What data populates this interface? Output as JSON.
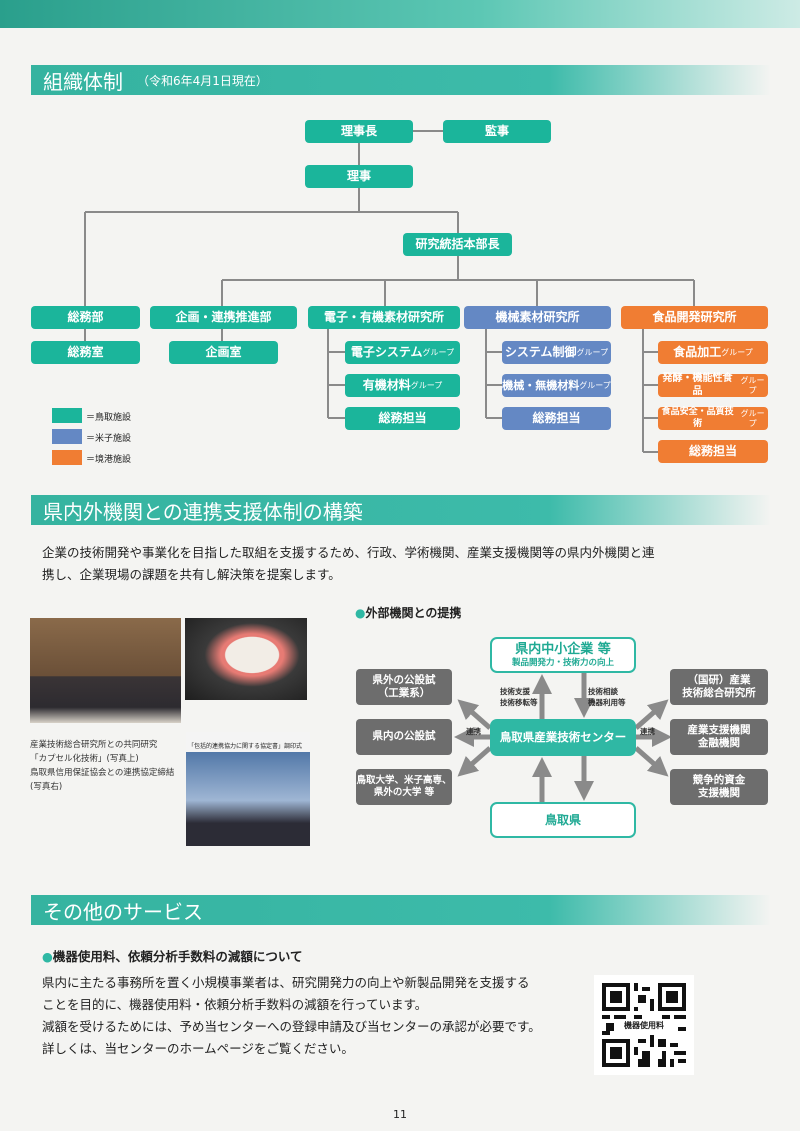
{
  "section1": {
    "title": "組織体制",
    "subtitle": "（令和6年4月1日現在）"
  },
  "org": {
    "chairman": "理事長",
    "auditor": "監事",
    "director": "理事",
    "research_head": "研究統括本部長",
    "general_affairs": "総務部",
    "general_affairs_office": "総務室",
    "planning": "企画・連携推進部",
    "planning_office": "企画室",
    "electronics": {
      "name": "電子・有機素材研究所",
      "groups": [
        {
          "name": "電子システム",
          "suffix": "グループ"
        },
        {
          "name": "有機材料",
          "suffix": "グループ"
        },
        {
          "name": "総務担当",
          "suffix": ""
        }
      ]
    },
    "mechanical": {
      "name": "機械素材研究所",
      "groups": [
        {
          "name": "システム制御",
          "suffix": "グループ"
        },
        {
          "name": "機械・無機材料",
          "suffix": "グループ"
        },
        {
          "name": "総務担当",
          "suffix": ""
        }
      ]
    },
    "food": {
      "name": "食品開発研究所",
      "groups": [
        {
          "name": "食品加工",
          "suffix": "グループ"
        },
        {
          "name": "発酵・機能性食品",
          "suffix": "グループ"
        },
        {
          "name": "食品安全・品質技術",
          "suffix": "グループ"
        },
        {
          "name": "総務担当",
          "suffix": ""
        }
      ]
    },
    "legend": [
      {
        "label": "＝鳥取施設",
        "color": "#1bb59b"
      },
      {
        "label": "＝米子施設",
        "color": "#6488c4"
      },
      {
        "label": "＝境港施設",
        "color": "#f07d33"
      }
    ]
  },
  "section2": {
    "title": "県内外機関との連携支援体制の構築",
    "paragraph": [
      "企業の技術開発や事業化を目指した取組を支援するため、行政、学術機関、産業支援機関等の県内外機関と連",
      "携し、企業現場の課題を共有し解決策を提案します。"
    ],
    "caption": [
      "産業技術総合研究所との共同研究",
      "「カプセル化技術」(写真上)",
      "鳥取県信用保証協会との連携協定締結",
      "(写真右)"
    ],
    "photo3_banner": "「包括的連携協力に関する協定書」調印式",
    "diagram": {
      "heading": "外部機関との提携",
      "top_title": "県内中小企業 等",
      "top_sub": "製品開発力・技術力の向上",
      "center": "鳥取県産業技術センター",
      "bottom": "鳥取県",
      "left": [
        [
          "県外の公設試",
          "（工業系）"
        ],
        [
          "県内の公設試"
        ],
        [
          "鳥取大学、米子高専、",
          "県外の大学 等"
        ]
      ],
      "right": [
        [
          "（国研）産業",
          "技術総合研究所"
        ],
        [
          "産業支援機関",
          "金融機関"
        ],
        [
          "競争的資金",
          "支援機関"
        ]
      ],
      "up_label": [
        "技術支援",
        "技術移転等"
      ],
      "down_label": [
        "技術相談",
        "機器利用等"
      ],
      "link_left": "連携",
      "link_right": "連携"
    }
  },
  "section3": {
    "title": "その他のサービス",
    "heading": "機器使用料、依頼分析手数料の減額について",
    "paragraph": [
      "県内に主たる事務所を置く小規模事業者は、研究開発力の向上や新製品開発を支援する",
      "ことを目的に、機器使用料・依頼分析手数料の減額を行っています。",
      "減額を受けるためには、予め当センターへの登録申請及び当センターの承認が必要です。",
      "詳しくは、当センターのホームページをご覧ください。"
    ],
    "qr_label": "機器使用料"
  },
  "page_number": "11"
}
